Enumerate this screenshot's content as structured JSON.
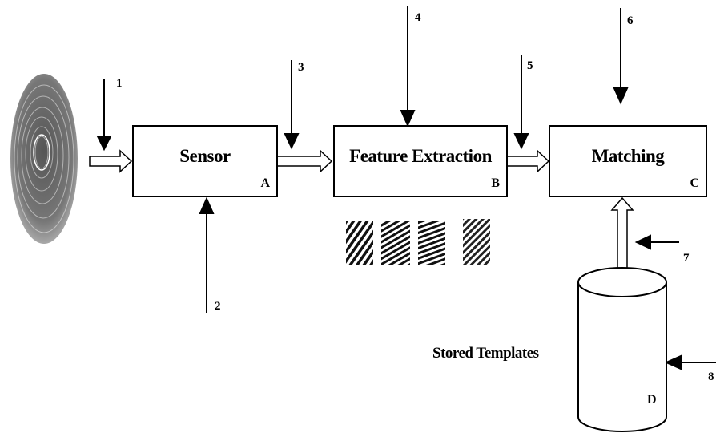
{
  "boxes": {
    "sensor": {
      "title": "Sensor",
      "letter": "A"
    },
    "feature": {
      "title": "Feature Extraction",
      "letter": "B"
    },
    "matching": {
      "title": "Matching",
      "letter": "C"
    }
  },
  "database": {
    "letter": "D",
    "label": "Stored Templates"
  },
  "attack_points": [
    "1",
    "2",
    "3",
    "4",
    "5",
    "6",
    "7",
    "8"
  ],
  "icons": [
    "fingerprint-image",
    "ridge-pattern-texture"
  ]
}
